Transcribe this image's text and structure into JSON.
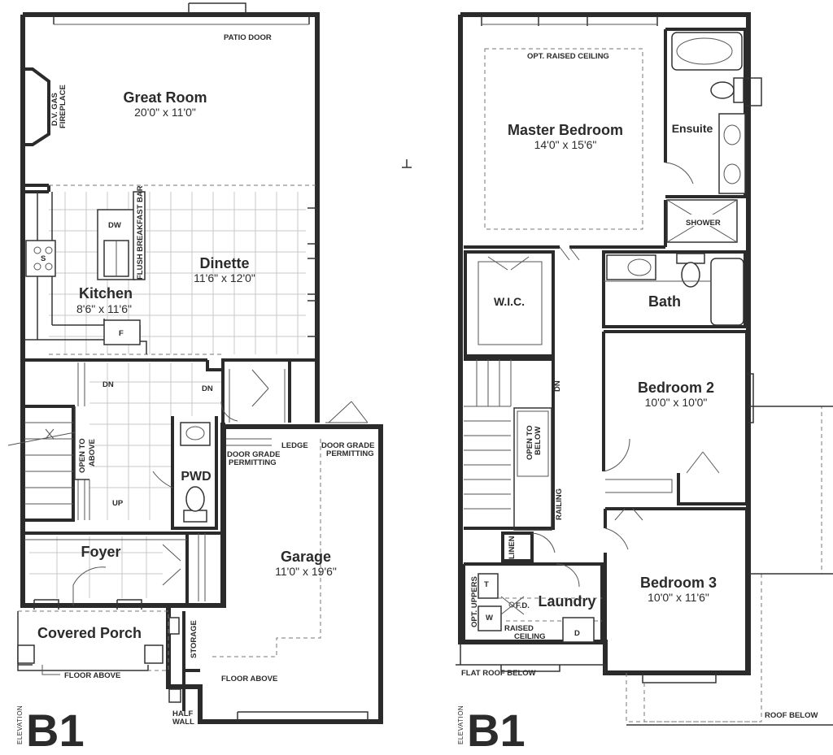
{
  "ground_floor": {
    "rooms": {
      "great_room": {
        "name": "Great Room",
        "dim": "20'0\" x 11'0\""
      },
      "dinette": {
        "name": "Dinette",
        "dim": "11'6\" x 12'0\""
      },
      "kitchen": {
        "name": "Kitchen",
        "dim": "8'6\" x 11'6\""
      },
      "pwd": {
        "name": "PWD"
      },
      "foyer": {
        "name": "Foyer"
      },
      "garage": {
        "name": "Garage",
        "dim": "11'0\" x 19'6\""
      },
      "covered_porch": {
        "name": "Covered Porch"
      }
    },
    "labels": {
      "patio_door": "PATIO DOOR",
      "fireplace_1": "D.V. GAS",
      "fireplace_2": "FIREPLACE",
      "dw": "DW",
      "breakfast_bar": "FLUSH BREAKFAST BAR",
      "stove": "S",
      "fridge": "F",
      "dn_stair": "DN",
      "dn_landing": "DN",
      "open_above_1": "OPEN TO",
      "open_above_2": "ABOVE",
      "up": "UP",
      "ledge": "LEDGE",
      "door_grade_1a": "DOOR GRADE",
      "door_grade_1b": "PERMITTING",
      "door_grade_2a": "DOOR GRADE",
      "door_grade_2b": "PERMITTING",
      "storage": "STORAGE",
      "floor_above_porch": "FLOOR ABOVE",
      "floor_above_garage": "FLOOR ABOVE",
      "half_wall_1": "HALF",
      "half_wall_2": "WALL"
    },
    "elevation": {
      "label": "ELEVATION",
      "code": "B1"
    }
  },
  "second_floor": {
    "rooms": {
      "master_bedroom": {
        "name": "Master Bedroom",
        "dim": "14'0\" x 15'6\""
      },
      "ensuite": {
        "name": "Ensuite"
      },
      "wic": {
        "name": "W.I.C."
      },
      "bath": {
        "name": "Bath"
      },
      "bedroom_2": {
        "name": "Bedroom 2",
        "dim": "10'0\" x 10'0\""
      },
      "bedroom_3": {
        "name": "Bedroom 3",
        "dim": "10'0\" x 11'6\""
      },
      "laundry": {
        "name": "Laundry"
      }
    },
    "labels": {
      "raised_ceiling_opt": "OPT. RAISED CEILING",
      "shower": "SHOWER",
      "dn": "DN",
      "open_below_1": "OPEN TO",
      "open_below_2": "BELOW",
      "railing": "RAILING",
      "linen": "LINEN",
      "opt_uppers": "OPT. UPPERS",
      "dryer_t": "T",
      "washer": "W",
      "fd": "F.D.",
      "raised_ceiling_1": "RAISED",
      "raised_ceiling_2": "CEILING",
      "dryer": "D",
      "flat_roof_below": "FLAT ROOF BELOW",
      "roof_below": "ROOF BELOW"
    },
    "elevation": {
      "label": "ELEVATION",
      "code": "B1"
    }
  }
}
